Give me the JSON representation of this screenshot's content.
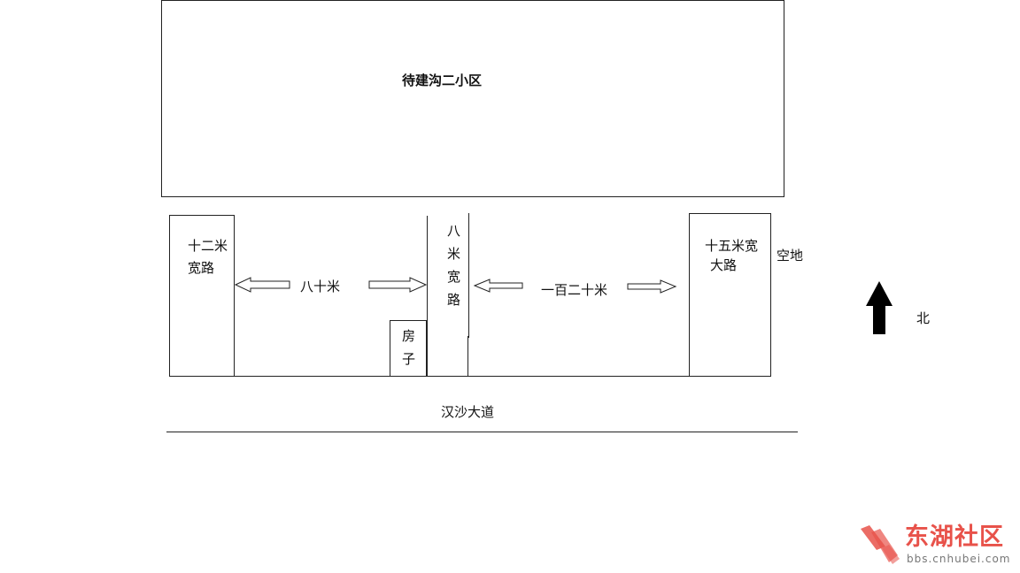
{
  "labels": {
    "district": "待建沟二小区",
    "road_12": [
      "十二米",
      "宽路"
    ],
    "road_8": [
      "八",
      "米",
      "宽",
      "路"
    ],
    "road_15": [
      "十五米宽",
      "大路"
    ],
    "house": [
      "房",
      "子"
    ],
    "dist_80": "八十米",
    "dist_120": "一百二十米",
    "vacant": "空地",
    "north": "北",
    "avenue": "汉沙大道"
  },
  "watermark": {
    "name": "东湖社区",
    "url": "bbs.cnhubei.com",
    "brand_color": "#e8524a"
  },
  "icons": {
    "north_arrow": "arrow-up-icon",
    "distance_arrows": "hollow-arrow-icon",
    "logo": "donghu-logo-icon"
  }
}
